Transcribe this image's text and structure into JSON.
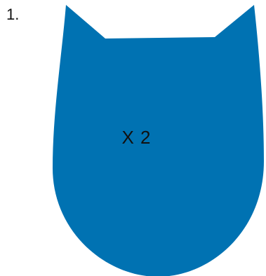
{
  "item": {
    "number": "1."
  },
  "shape": {
    "icon": "cat-head-shape",
    "fill_color": "#0072B2",
    "label": "X 2"
  }
}
